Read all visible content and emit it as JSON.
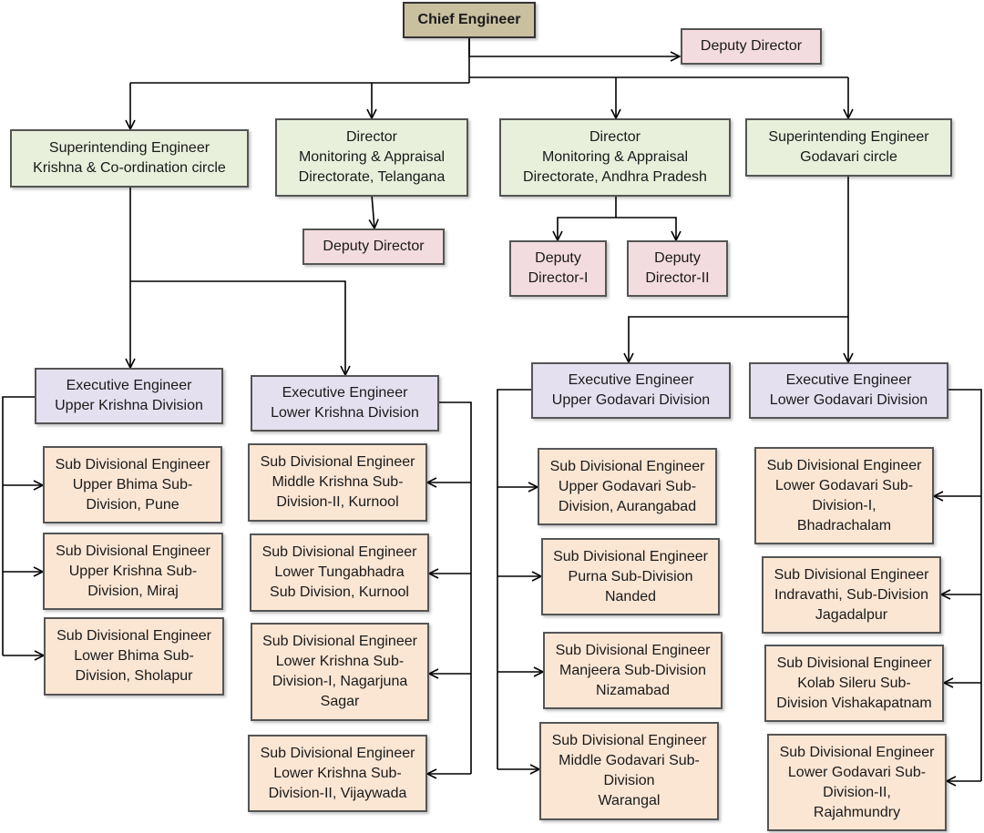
{
  "nodes": {
    "chief": "Chief Engineer",
    "deputy_top": "Deputy Director",
    "se_krishna": "Superintending Engineer\nKrishna & Co-ordination circle",
    "dir_telangana": "Director\nMonitoring & Appraisal\nDirectorate, Telangana",
    "dir_ap": "Director\nMonitoring & Appraisal\nDirectorate, Andhra Pradesh",
    "se_godavari": "Superintending Engineer\nGodavari circle",
    "deputy_telangana": "Deputy Director",
    "deputy_ap_1": "Deputy\nDirector-I",
    "deputy_ap_2": "Deputy\nDirector-II",
    "ee_upper_krishna": "Executive Engineer\nUpper Krishna Division",
    "ee_lower_krishna": "Executive Engineer\nLower Krishna Division",
    "ee_upper_godavari": "Executive Engineer\nUpper Godavari Division",
    "ee_lower_godavari": "Executive Engineer\nLower Godavari Division",
    "sd_upper_bhima": "Sub  Divisional Engineer\nUpper Bhima Sub-\nDivision, Pune",
    "sd_upper_krishna": "Sub  Divisional Engineer\nUpper Krishna Sub-\nDivision, Miraj",
    "sd_lower_bhima": "Sub  Divisional Engineer\nLower Bhima Sub-\nDivision, Sholapur",
    "sd_middle_krishna": "Sub  Divisional Engineer\nMiddle Krishna Sub-\nDivision-II, Kurnool",
    "sd_lower_tungabhadra": "Sub  Divisional Engineer\nLower Tungabhadra\nSub Division, Kurnool",
    "sd_lower_krishna_1": "Sub  Divisional Engineer\nLower Krishna Sub-\nDivision-I, Nagarjuna\nSagar",
    "sd_lower_krishna_2": "Sub  Divisional Engineer\nLower Krishna Sub-\nDivision-II, Vijaywada",
    "sd_upper_godavari": "Sub  Divisional Engineer\nUpper Godavari Sub-\nDivision, Aurangabad",
    "sd_purna": "Sub  Divisional Engineer\nPurna Sub-Division\nNanded",
    "sd_manjeera": "Sub  Divisional Engineer\nManjeera Sub-Division\nNizamabad",
    "sd_middle_godavari": "Sub  Divisional Engineer\nMiddle Godavari Sub-\nDivision\nWarangal",
    "sd_lower_godavari_1": "Sub  Divisional Engineer\nLower Godavari Sub-\nDivision-I,\nBhadrachalam",
    "sd_indravathi": "Sub  Divisional Engineer\nIndravathi, Sub-Division\nJagadalpur",
    "sd_kolab": "Sub  Divisional Engineer\nKolab Sileru Sub-\nDivision Vishakapatnam",
    "sd_lower_godavari_2": "Sub  Divisional Engineer\nLower Godavari Sub-\nDivision-II,\nRajahmundry"
  }
}
